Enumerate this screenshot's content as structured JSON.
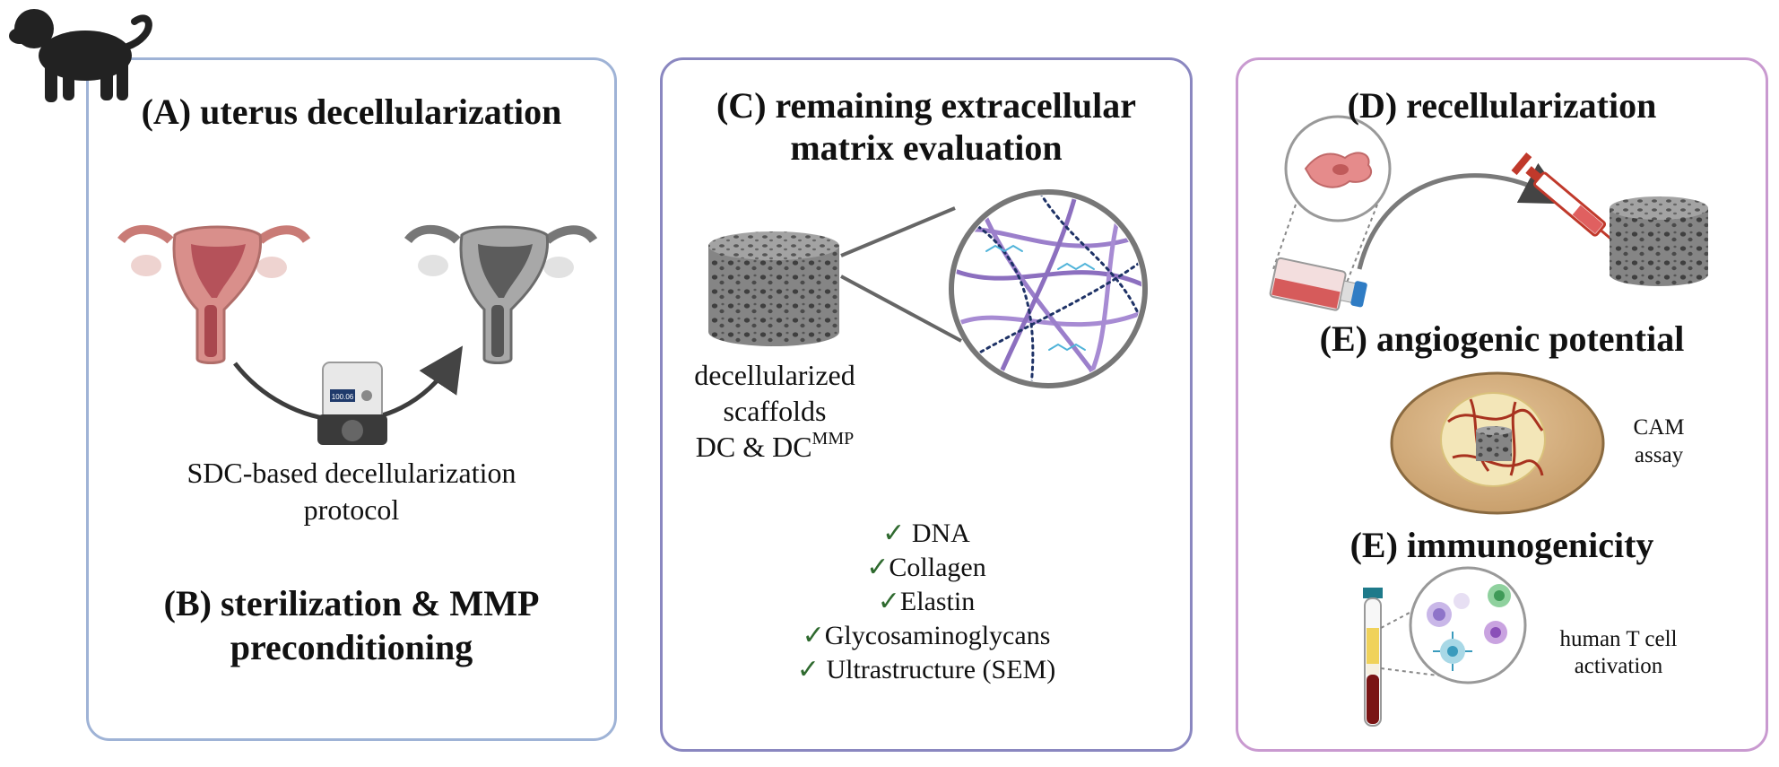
{
  "panel_a": {
    "title": "(A) uterus decellularization",
    "protocol_line1": "SDC-based decellularization",
    "protocol_line2": "protocol",
    "pump_display": "100.06",
    "title_b_line1": "(B) sterilization & MMP",
    "title_b_line2": "preconditioning"
  },
  "panel_c": {
    "title_line1": "(C) remaining extracellular",
    "title_line2": "matrix evaluation",
    "scaffold_line1": "decellularized",
    "scaffold_line2": "scaffolds",
    "scaffold_line3": "DC & DC",
    "scaffold_sup": "MMP",
    "checklist": [
      "DNA",
      "Collagen",
      "Elastin",
      "Glycosaminoglycans",
      "Ultrastructure (SEM)"
    ],
    "check_mark": "✓"
  },
  "panel_d": {
    "title_d": "(D) recellularization",
    "title_e1": "(E) angiogenic potential",
    "cam_line1": "CAM",
    "cam_line2": "assay",
    "title_e2": "(E) immunogenicity",
    "tcell_line1": "human T cell",
    "tcell_line2": "activation"
  },
  "colors": {
    "panel_a_border": "#9fb3d6",
    "panel_c_border": "#8a87c0",
    "panel_d_border": "#c99ad0",
    "check_green": "#2f6a2f",
    "uterus_pink": "#d98f8b",
    "scaffold_gray": "#7d7d7d"
  },
  "icons": [
    "monkey-icon",
    "uterus-icon",
    "decellularized-uterus-icon",
    "peristaltic-pump-icon",
    "scaffold-icon",
    "fiber-network-icon",
    "cell-icon",
    "culture-flask-icon",
    "syringe-icon",
    "egg-cam-icon",
    "blood-tube-icon",
    "immune-cells-icon"
  ]
}
